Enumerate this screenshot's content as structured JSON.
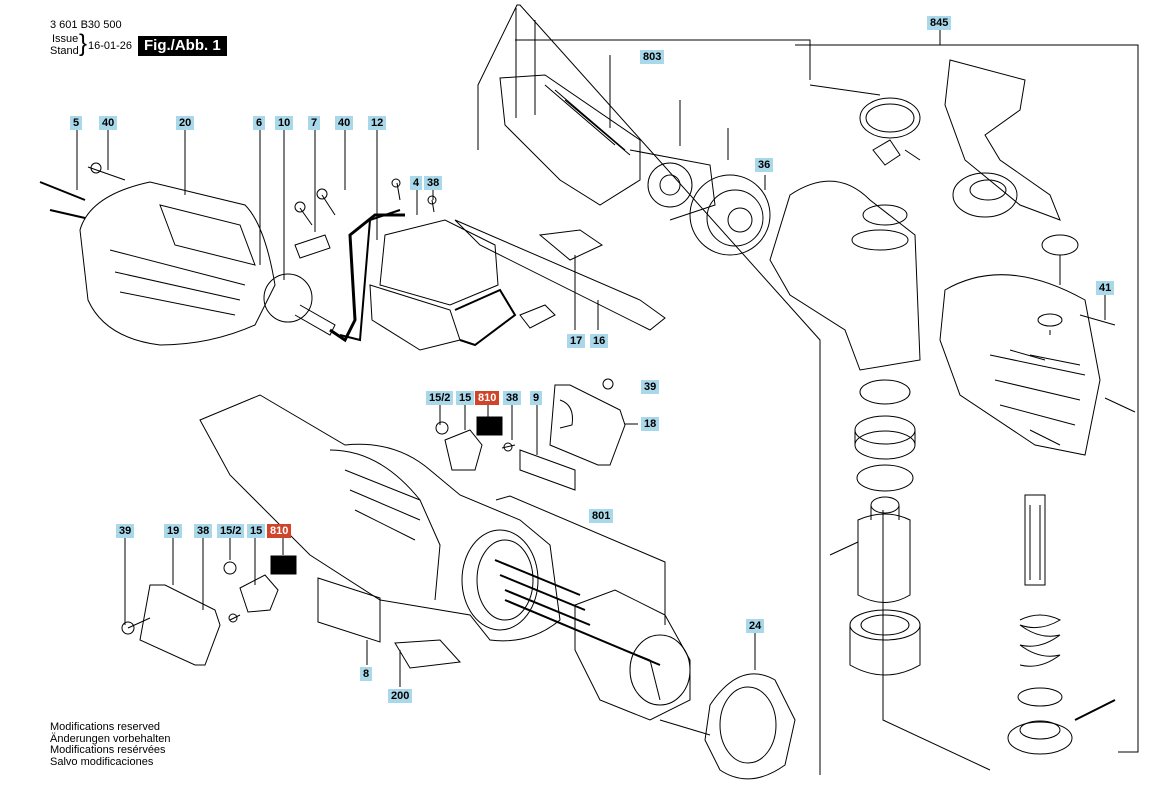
{
  "header": {
    "doc_number": "3 601 B30 500",
    "issue_label": "Issue",
    "stand_label": "Stand",
    "issue_date": "16-01-26",
    "figure_label": "Fig./Abb. 1"
  },
  "labels": {
    "l5": "5",
    "l40a": "40",
    "l20": "20",
    "l6": "6",
    "l10": "10",
    "l7": "7",
    "l40b": "40",
    "l12": "12",
    "l4": "4",
    "l38a": "38",
    "l803": "803",
    "l36": "36",
    "l845": "845",
    "l17": "17",
    "l16": "16",
    "l41": "41",
    "l39a": "39",
    "l15_2a": "15/2",
    "l15a": "15",
    "l810a": "810",
    "l38b": "38",
    "l9": "9",
    "l18": "18",
    "l801": "801",
    "l39b": "39",
    "l19": "19",
    "l38c": "38",
    "l15_2b": "15/2",
    "l15b": "15",
    "l810b": "810",
    "l24": "24",
    "l8": "8",
    "l200": "200"
  },
  "notes": {
    "line1": "Modifications reserved",
    "line2": "Änderungen vorbehalten",
    "line3": "Modifications resérvées",
    "line4": "Salvo modificaciones"
  },
  "colors": {
    "label_bg": "#a9d8ea",
    "highlight_bg": "#d0442a",
    "line": "#000000"
  }
}
